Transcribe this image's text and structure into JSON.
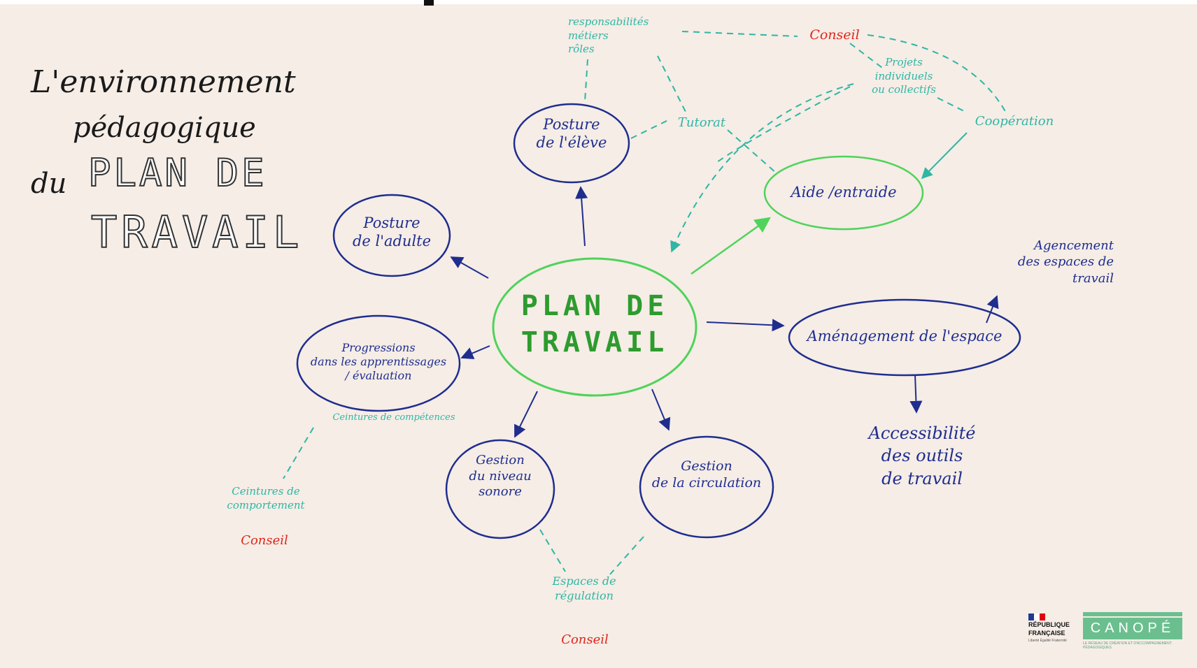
{
  "title": {
    "line1": "L'environnement",
    "line2": "pédagogique",
    "line3": "du",
    "plan": "PLAN DE",
    "travail": "TRAVAIL"
  },
  "center": {
    "line1": "PLAN DE",
    "line2": "TRAVAIL"
  },
  "nodes": {
    "posture_eleve": {
      "line1": "Posture",
      "line2": "de l'élève"
    },
    "posture_adulte": {
      "line1": "Posture",
      "line2": "de l'adulte"
    },
    "progressions": {
      "line1": "Progressions",
      "line2": "dans les apprentissages",
      "line3": "/ évaluation"
    },
    "gestion_sonore": {
      "line1": "Gestion",
      "line2": "du niveau",
      "line3": "sonore"
    },
    "gestion_circulation": {
      "line1": "Gestion",
      "line2": "de la circulation"
    },
    "amenagement": {
      "label": "Aménagement de l'espace"
    },
    "aide": {
      "label": "Aide /entraide"
    }
  },
  "notes": {
    "responsabilites": {
      "line1": "responsabilités",
      "line2": "métiers",
      "line3": "rôles"
    },
    "conseil_top": "Conseil",
    "projets": {
      "line1": "Projets",
      "line2": "individuels",
      "line3": "ou collectifs"
    },
    "tutorat": "Tutorat",
    "cooperation": "Coopération",
    "agencement": {
      "line1": "Agencement",
      "line2": "des espaces de",
      "line3": "travail"
    },
    "accessibilite": {
      "line1": "Accessibilité",
      "line2": "des outils",
      "line3": "de travail"
    },
    "ceintures_competences": "Ceintures de compétences",
    "ceintures_comportement": {
      "line1": "Ceintures de",
      "line2": "comportement"
    },
    "conseil_left": "Conseil",
    "espaces_regulation": {
      "line1": "Espaces de",
      "line2": "régulation"
    },
    "conseil_bottom": "Conseil"
  },
  "logos": {
    "republique": {
      "line1": "RÉPUBLIQUE",
      "line2": "FRANÇAISE",
      "motto": "Liberté Égalité Fraternité"
    },
    "canope": {
      "name": "CANOPÉ",
      "subtitle": "LE RÉSEAU DE CRÉATION ET D'ACCOMPAGNEMENT PÉDAGOGIQUES"
    }
  },
  "colors": {
    "background": "#f5ede6",
    "blue": "#1f2d8f",
    "green": "#2e9b2e",
    "light_green": "#4fd35a",
    "teal": "#2fb6a4",
    "red": "#e0261b"
  }
}
